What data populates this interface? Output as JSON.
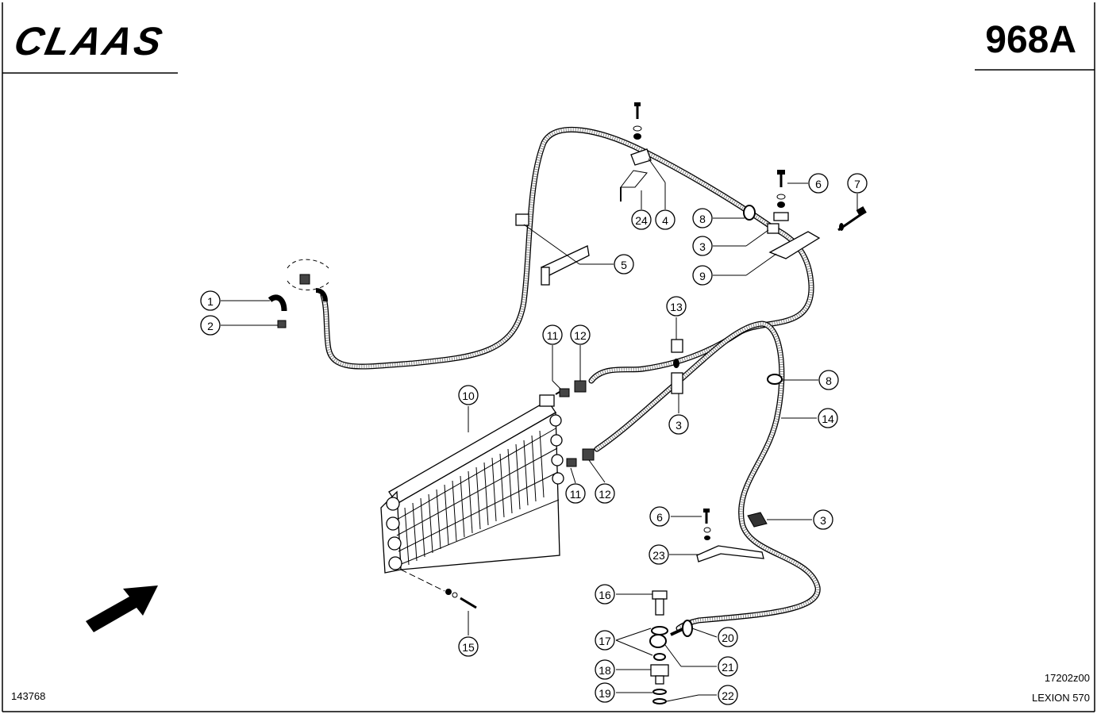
{
  "header": {
    "logo_text": "CLAAS",
    "page_number": "968A"
  },
  "footer": {
    "drawing_number": "143768",
    "figure_code": "17202z00",
    "model": "LEXION 570"
  },
  "callouts": {
    "c1": "1",
    "c2": "2",
    "c3a": "3",
    "c3b": "3",
    "c3c": "3",
    "c4": "4",
    "c5": "5",
    "c6a": "6",
    "c6b": "6",
    "c7": "7",
    "c8a": "8",
    "c8b": "8",
    "c9": "9",
    "c10": "10",
    "c11a": "11",
    "c11b": "11",
    "c12a": "12",
    "c12b": "12",
    "c13": "13",
    "c14": "14",
    "c15": "15",
    "c16": "16",
    "c17": "17",
    "c18": "18",
    "c19": "19",
    "c20": "20",
    "c21": "21",
    "c22": "22",
    "c23": "23",
    "c24": "24"
  }
}
